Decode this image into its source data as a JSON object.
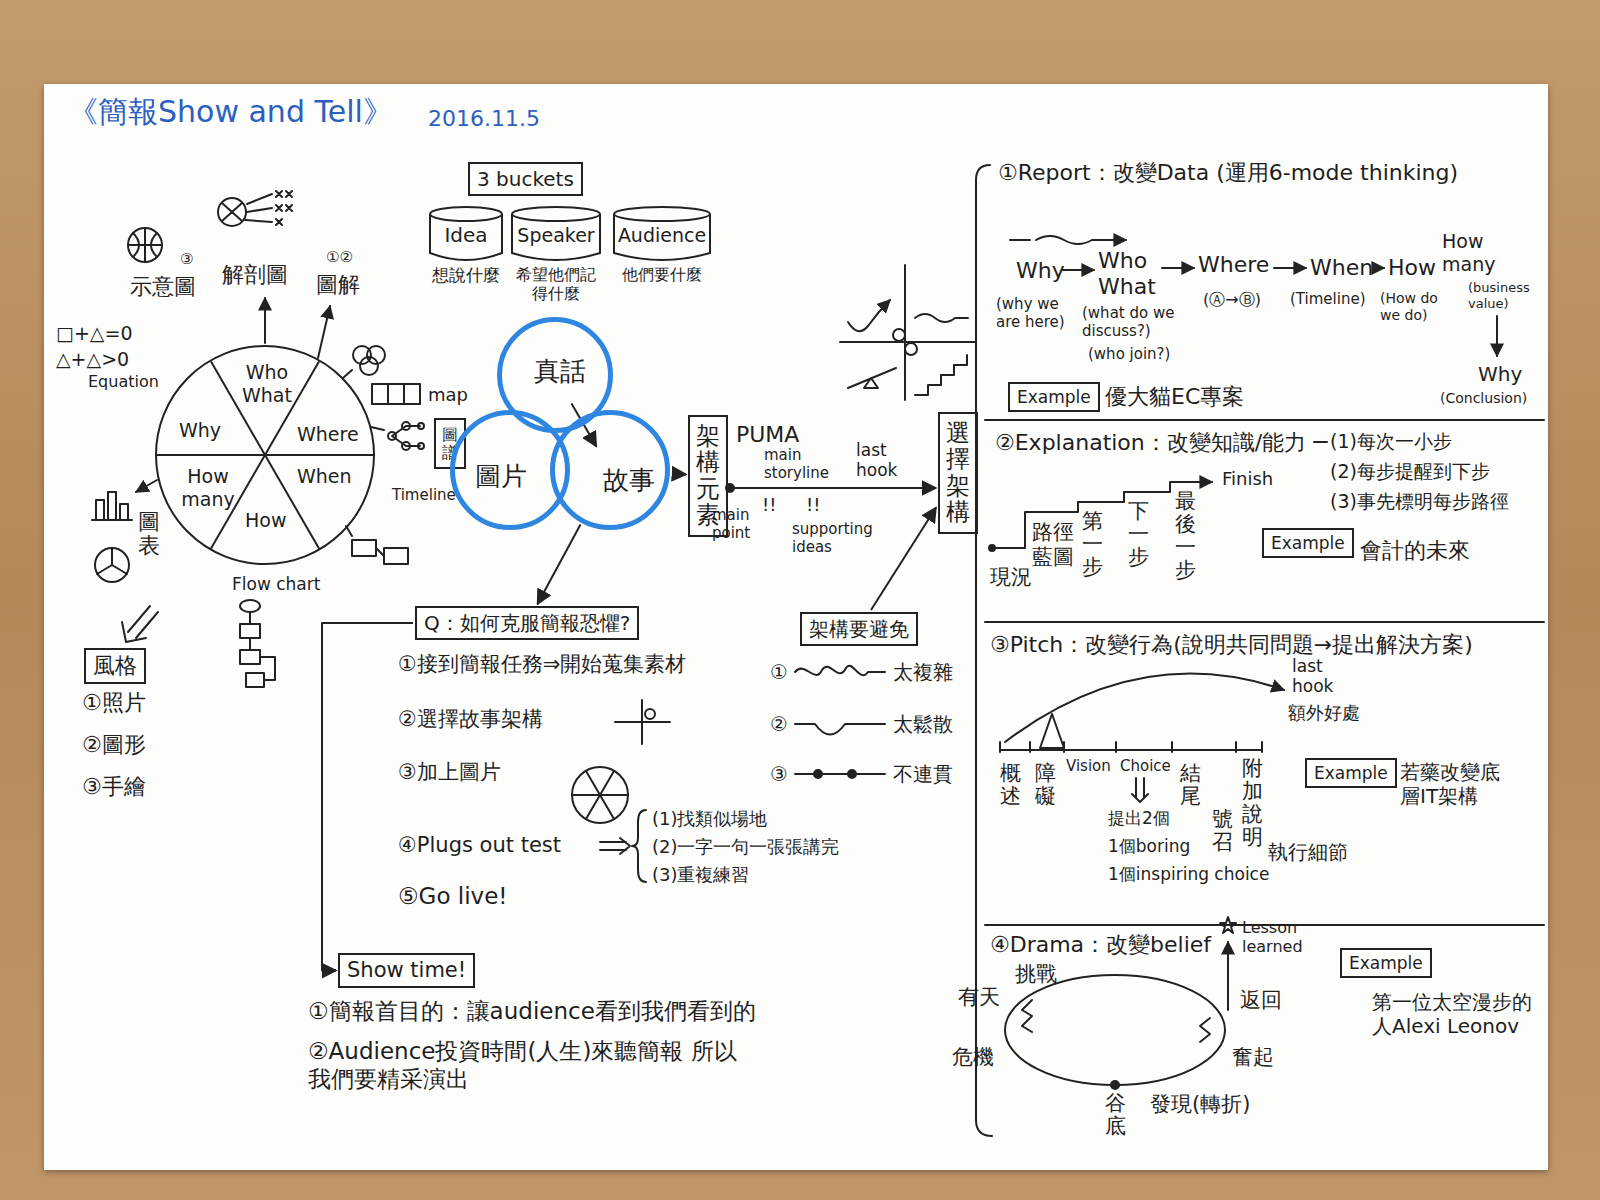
{
  "diagram": {
    "title": "《簡報Show and Tell》",
    "nodes": [
      {
        "text": [
          "Who What",
          "Why",
          "Where",
          "How many",
          "How",
          "When"
        ]
      },
      {
        "text": [
          "圖譜"
        ]
      },
      {
        "text": [
          "風格"
        ]
      },
      {
        "text": [
          "3 buckets"
        ]
      },
      {
        "text": [
          "Idea",
          "想說什麼"
        ]
      },
      {
        "text": [
          "Speaker",
          "希望他們記得什麼"
        ]
      },
      {
        "text": [
          "Audience",
          "他們要什麼"
        ]
      },
      {
        "text": [
          "真話"
        ]
      },
      {
        "text": [
          "圖片"
        ]
      },
      {
        "text": [
          "故事"
        ]
      },
      {
        "text": [
          "架構元素"
        ]
      },
      {
        "text": [
          "選擇架構"
        ]
      },
      {
        "text": [
          "架構要避免"
        ]
      },
      {
        "text": [
          "Q：如何克服簡報恐懼?"
        ]
      },
      {
        "text": [
          "Show time!"
        ]
      },
      {
        "text": [
          "Example"
        ]
      },
      {
        "text": [
          "Example"
        ]
      },
      {
        "text": [
          "Example"
        ]
      },
      {
        "text": [
          "Example"
        ]
      }
    ],
    "edges": [
      {
        "from": 7,
        "to": 9,
        "arrow": "to"
      },
      {
        "from": 9,
        "to": 10,
        "arrow": "to"
      },
      {
        "from": 10,
        "to": 11,
        "arrow": "to"
      },
      {
        "from": 12,
        "to": 11,
        "arrow": "to"
      },
      {
        "from": 9,
        "to": 13,
        "arrow": "to"
      },
      {
        "from": 13,
        "to": 14,
        "arrow": "to"
      }
    ],
    "labels": [
      "2016.11.5",
      "③",
      "示意圖",
      "解剖圖",
      "①②",
      "圖解",
      "□+△=0",
      "△+△>0",
      "Equation",
      "map",
      "Timeline",
      "Flow chart",
      "圖表",
      "①照片",
      "②圖形",
      "③手繪",
      "PUMA",
      "main point",
      "main storyline",
      "!!",
      "!!",
      "supporting ideas",
      "last hook",
      "①",
      "太複雜",
      "②",
      "太鬆散",
      "③",
      "不連貫",
      "①接到簡報任務⇒開始蒐集素材",
      "②選擇故事架構",
      "③加上圖片",
      "④Plugs out test",
      "⑤Go live!",
      "(1)找類似場地",
      "(2)一字一句一張張講完",
      "(3)重複練習",
      "①簡報首目的：讓audience看到我們看到的",
      "②Audience投資時間(人生)來聽簡報 所以我們要精采演出",
      "①Report：改變Data (運用6-mode thinking)",
      "Why",
      "Who What",
      "Where",
      "When",
      "How",
      "How many",
      "(why we are here)",
      "(what do we discuss?)",
      "(who join?)",
      "(Ⓐ→Ⓑ)",
      "(Timeline)",
      "(How do we do)",
      "(business value)",
      "Why",
      "(Conclusion)",
      "優大貓EC專案",
      "②Explanation：改變知識/能力",
      "(1)每次一小步",
      "(2)每步提醒到下步",
      "(3)事先標明每步路徑",
      "現況",
      "路徑藍圖",
      "第一步",
      "下一步",
      "最後一步",
      "Finish",
      "會計的未來",
      "③Pitch：改變行為(說明共同問題→提出解決方案)",
      "last hook",
      "額外好處",
      "概述",
      "障礙",
      "Vision",
      "Choice",
      "結尾",
      "號召",
      "附加說明",
      "提出2個",
      "1個boring",
      "1個inspiring choice",
      "執行細節",
      "若藥改變底層IT架構",
      "④Drama：改變belief",
      "Lesson learned",
      "有天",
      "挑戰",
      "危機",
      "谷底",
      "發現(轉折)",
      "奮起",
      "返回",
      "第一位太空漫步的人Alexi Leonov"
    ]
  }
}
